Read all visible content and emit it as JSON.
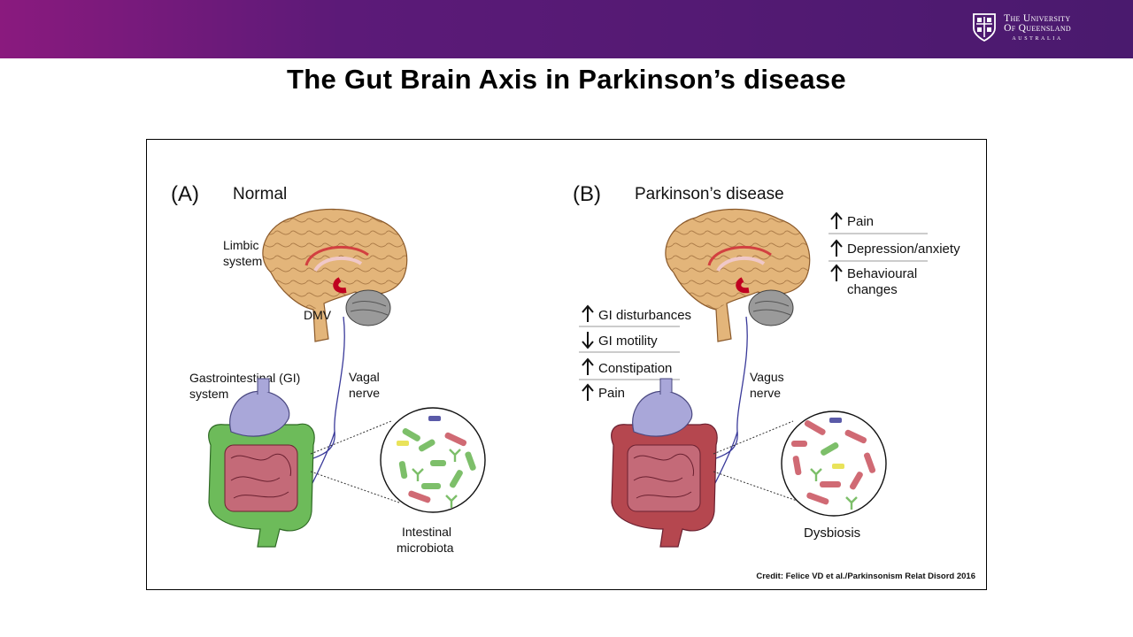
{
  "header": {
    "university_line1": "The University",
    "university_line2": "Of Queensland",
    "university_line3": "AUSTRALIA"
  },
  "slide": {
    "title": "The Gut Brain Axis in Parkinson’s disease"
  },
  "panel_a": {
    "letter": "(A)",
    "heading": "Normal",
    "limbic_line1": "Limbic",
    "limbic_line2": "system",
    "dmv": "DMV",
    "gi_line1": "Gastrointestinal (GI)",
    "gi_line2": "system",
    "nerve_line1": "Vagal",
    "nerve_line2": "nerve",
    "microbiota_line1": "Intestinal",
    "microbiota_line2": "microbiota"
  },
  "panel_b": {
    "letter": "(B)",
    "heading": "Parkinson’s disease",
    "symptoms_brain": [
      {
        "arrow": "up",
        "text": "Pain"
      },
      {
        "arrow": "up",
        "text": "Depression/anxiety"
      },
      {
        "arrow": "up",
        "text": "Behavioural",
        "text2": "changes"
      }
    ],
    "symptoms_gut": [
      {
        "arrow": "up",
        "text": "GI disturbances"
      },
      {
        "arrow": "down",
        "text": "GI motility"
      },
      {
        "arrow": "up",
        "text": "Constipation"
      },
      {
        "arrow": "up",
        "text": "Pain"
      }
    ],
    "nerve_line1": "Vagus",
    "nerve_line2": "nerve",
    "dysbiosis": "Dysbiosis"
  },
  "credit": "Credit: Felice VD et al./Parkinsonism Relat Disord 2016",
  "colors": {
    "header_start": "#8a1a7e",
    "header_end": "#4a1a6e",
    "brain": "#e3b57a",
    "stomach": "#a9a7d9",
    "colon_healthy": "#6dbb5a",
    "colon_disease": "#b5474f",
    "small_intestine": "#c46a78"
  }
}
